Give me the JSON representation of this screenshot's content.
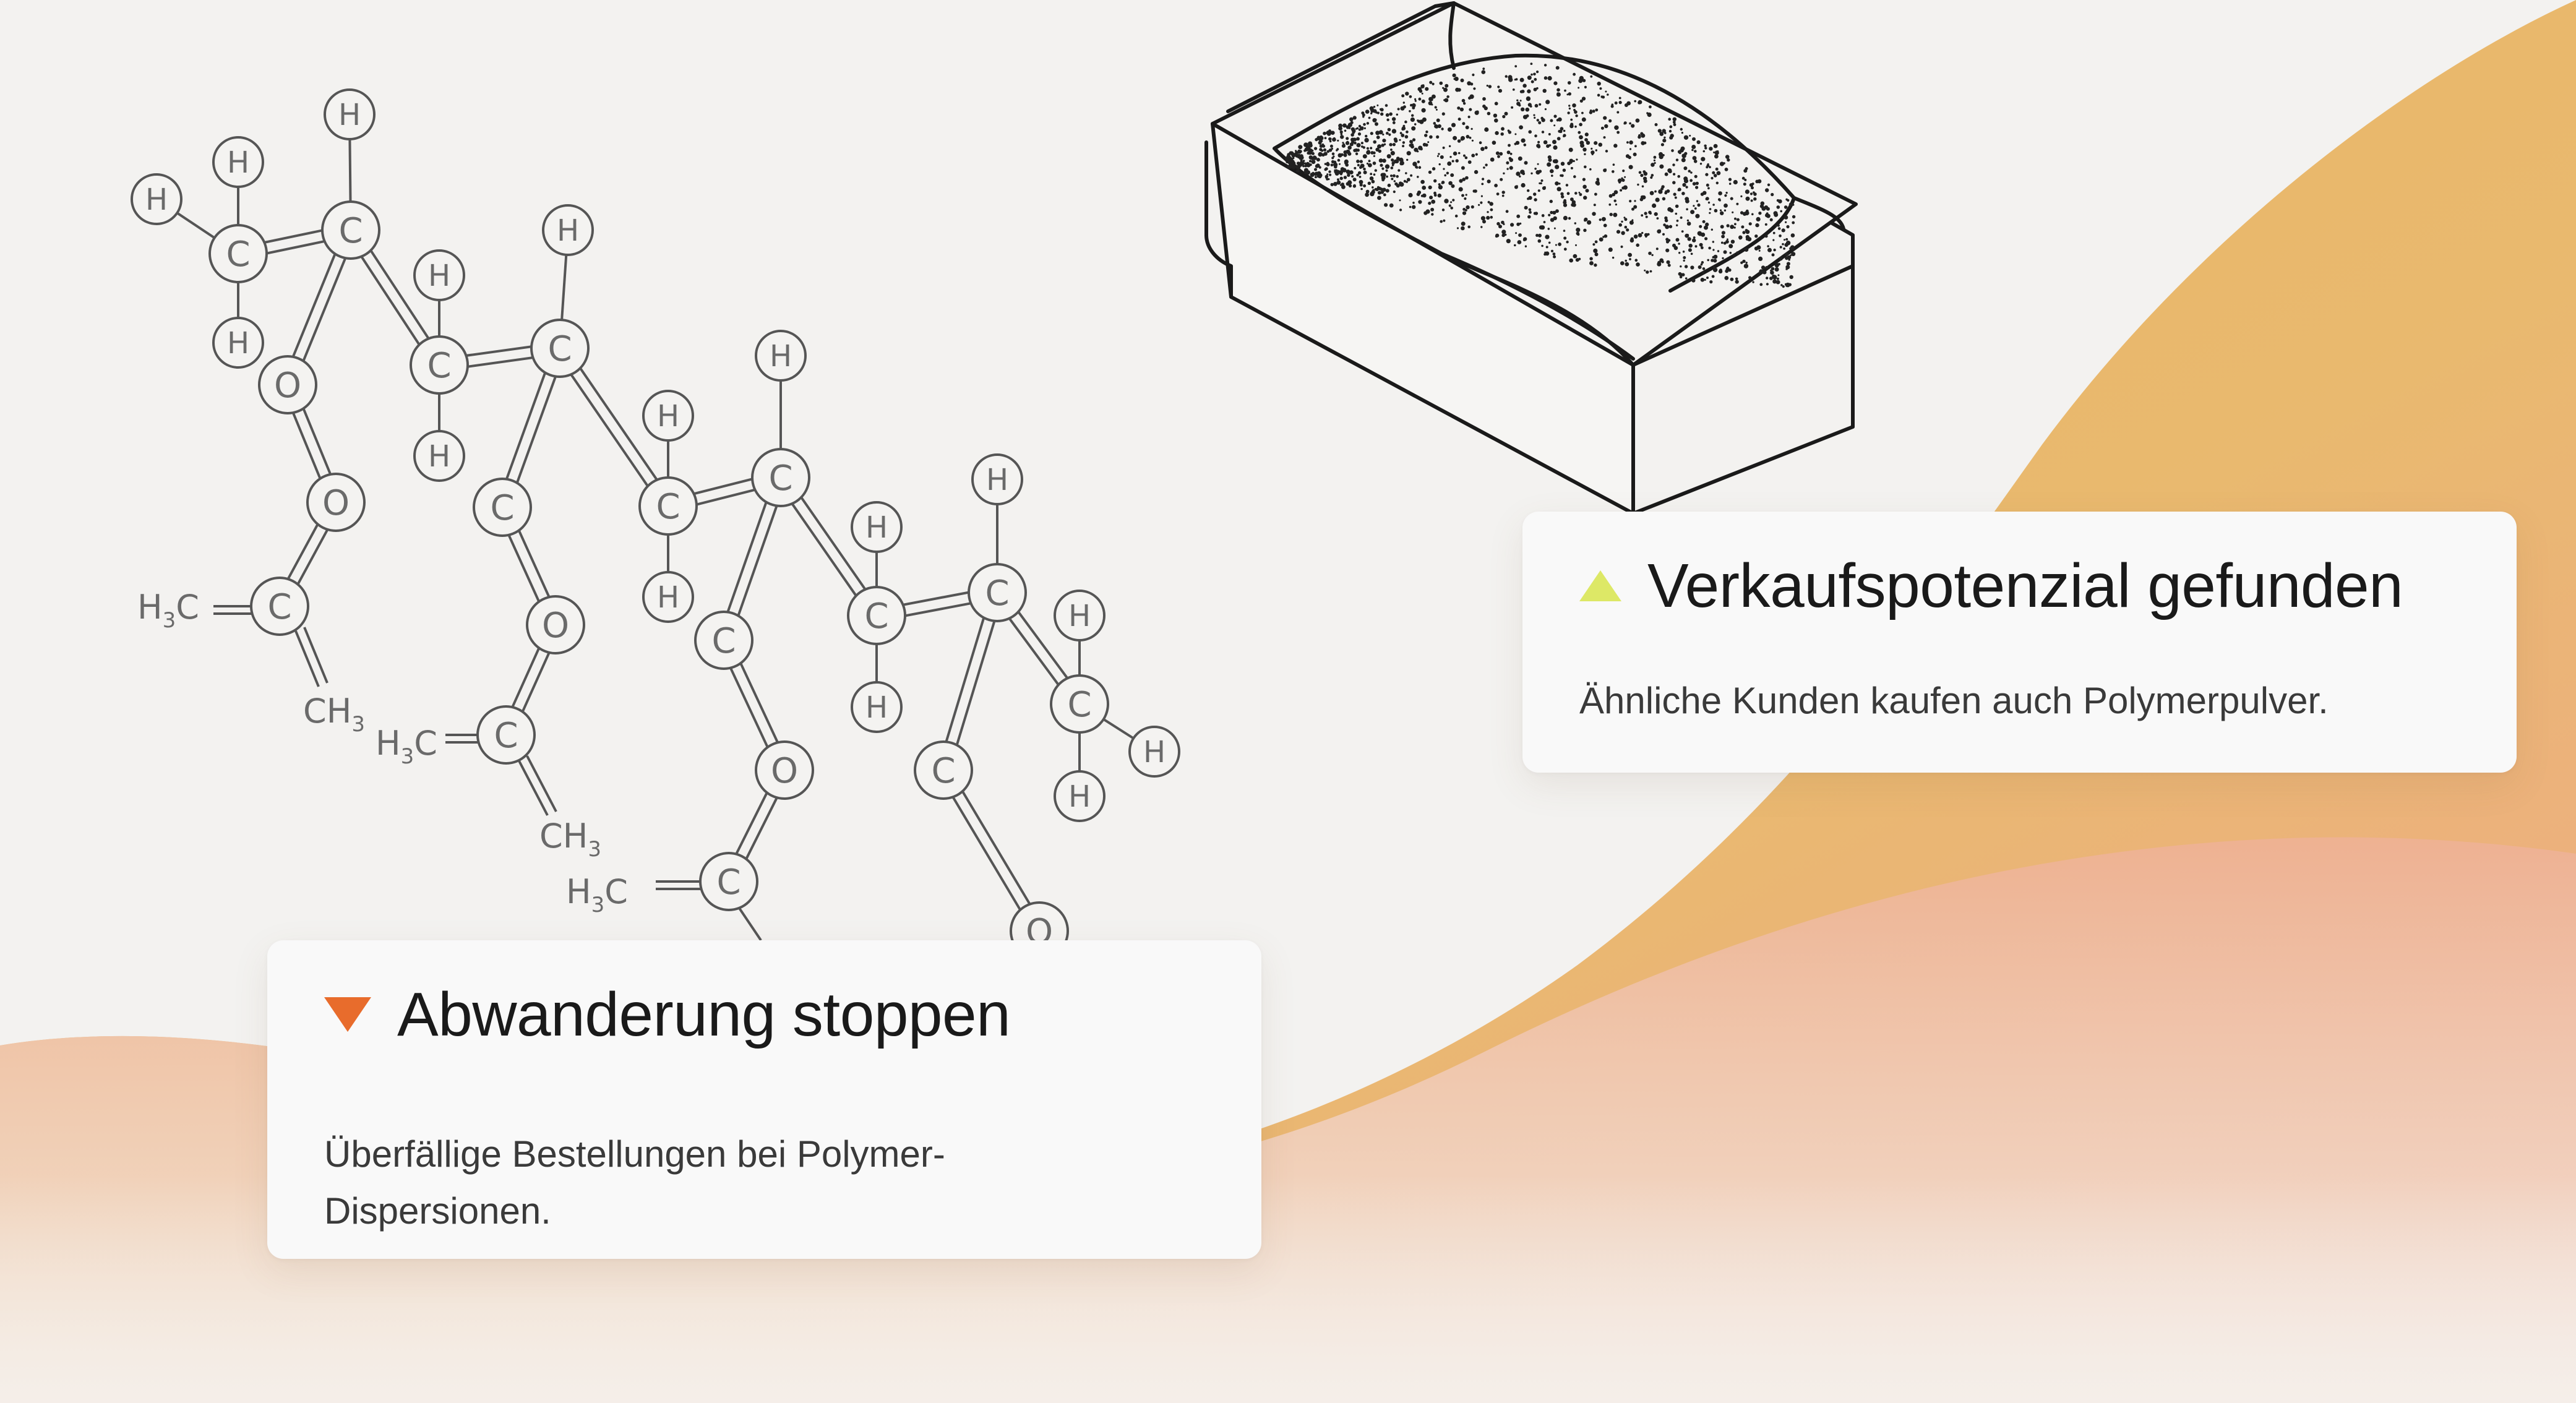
{
  "colors": {
    "background": "#f3f2f0",
    "gradient_warm": "#e7b65e",
    "gradient_pink": "#eeae90",
    "upsell_marker": "#dde866",
    "churn_marker": "#e86c2c",
    "line_art": "#1a1a1a",
    "molecule": "#666666"
  },
  "illustration": {
    "molecule_labels": {
      "hydrogen": "H",
      "carbon": "C",
      "oxygen": "O",
      "methyl_left_main": "H",
      "methyl_left_c": "C",
      "methyl_right_main": "CH",
      "methyl_sub": "3"
    },
    "box_icon": "powder-box-icon"
  },
  "cards": {
    "upsell": {
      "icon": "triangle-up-icon",
      "title": "Verkaufspotenzial gefunden",
      "description": "Ähnliche Kunden kaufen auch Polymerpulver."
    },
    "churn": {
      "icon": "triangle-down-icon",
      "title": "Abwanderung stoppen",
      "description_line1": "Überfällige Bestellungen bei Polymer-",
      "description_line2": "Dispersionen."
    }
  }
}
